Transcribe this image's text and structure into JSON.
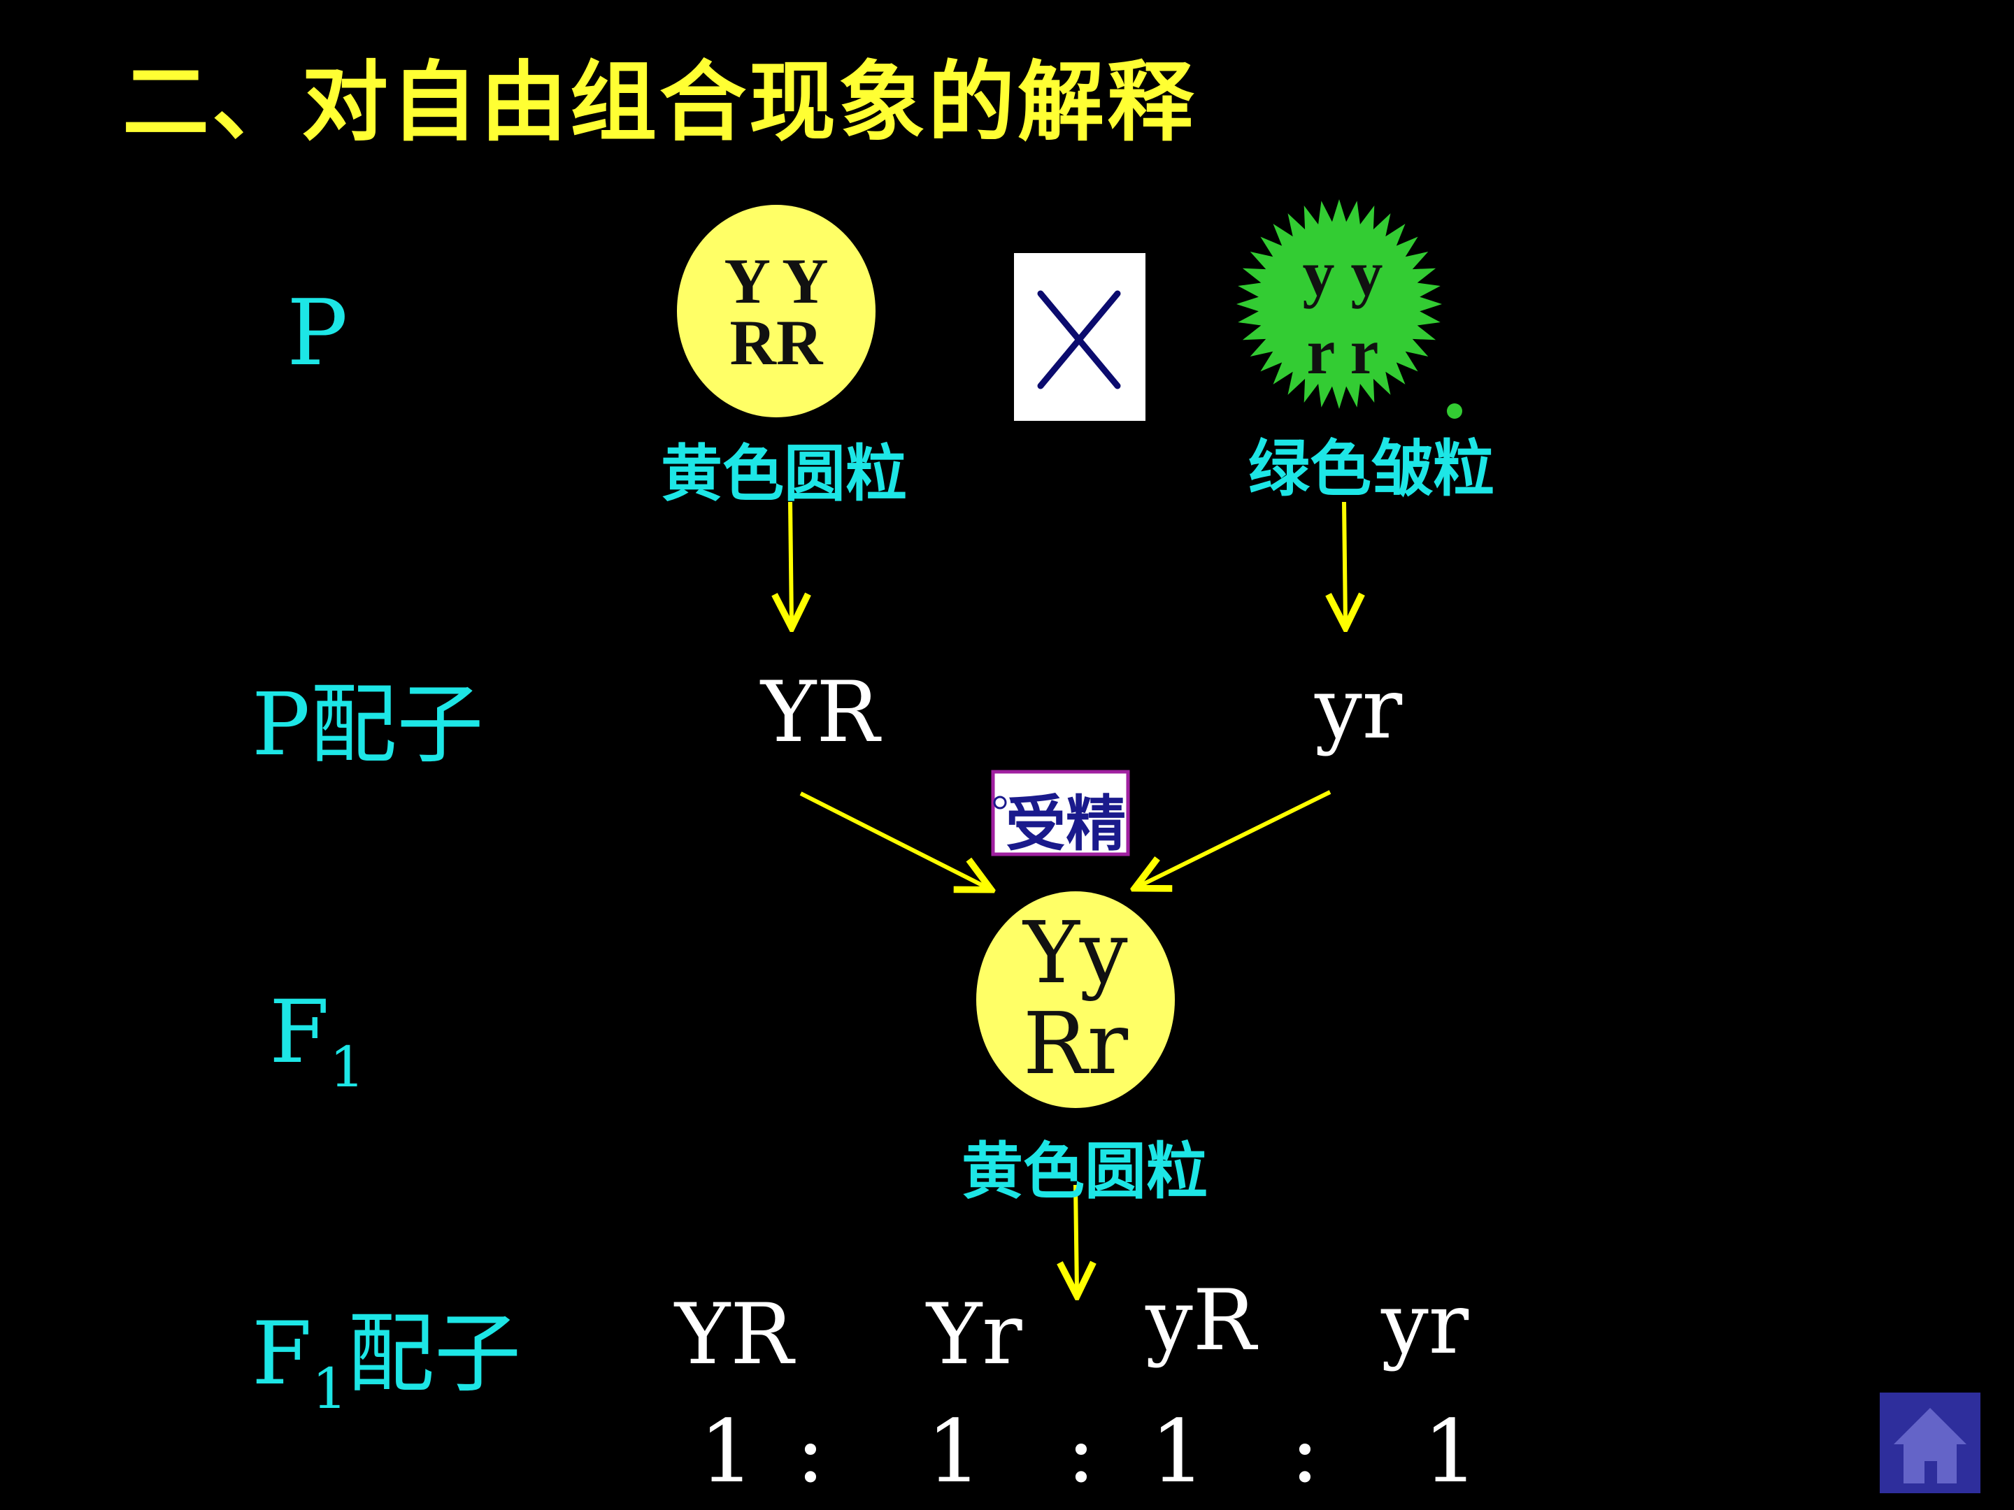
{
  "title": "二、对自由组合现象的解释",
  "rows": {
    "p": "P",
    "p_gametes": "P配子",
    "f1": "F",
    "f1_sub": "1",
    "f1_gametes_main": "F",
    "f1_gametes_sub": "1",
    "f1_gametes_suffix": "配子"
  },
  "parent_yellow": {
    "line1": "Y Y",
    "line2": "RR",
    "phenotype": "黄色圆粒"
  },
  "cross_symbol": "X",
  "parent_green": {
    "line1": "y y",
    "line2": "r r",
    "phenotype": "绿色皱粒"
  },
  "p_gametes": {
    "left": "YR",
    "right": "yr"
  },
  "fertilization_label": "受精",
  "f1": {
    "line1": "Yy",
    "line2": "Rr",
    "phenotype": "黄色圆粒"
  },
  "f1_gametes": [
    "YR",
    "Yr",
    "yR",
    "yr"
  ],
  "ratio": [
    "1",
    ":",
    "1",
    ":",
    "1",
    ":",
    "1"
  ],
  "home_button": "home-icon",
  "colors": {
    "background": "#000000",
    "title": "#ffff33",
    "label_cyan": "#1de6e6",
    "yellow_seed": "#ffff66",
    "green_seed": "#33cc33",
    "arrow": "#ffff00",
    "home_button_bg": "#2e2e9c"
  }
}
